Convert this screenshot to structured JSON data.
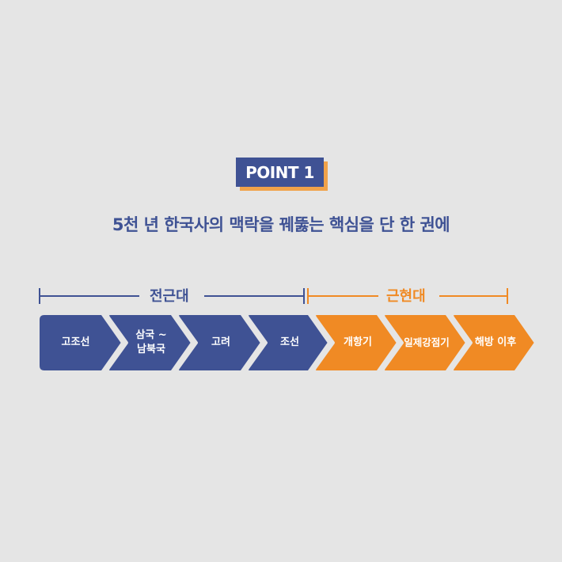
{
  "badge": {
    "label": "POINT 1"
  },
  "headline": "5천 년 한국사의 맥락을 꿰뚫는 핵심을 단 한 권에",
  "colors": {
    "background": "#e5e5e5",
    "navy": "#3f5294",
    "orange": "#f08a24",
    "badge_shadow": "#f0a24a"
  },
  "eras": [
    {
      "label": "전근대",
      "color": "navy"
    },
    {
      "label": "근현대",
      "color": "orange"
    }
  ],
  "periods": [
    {
      "label": "고조선",
      "era": "전근대"
    },
    {
      "label": "삼국 ~\n남북국",
      "line1": "삼국 ~",
      "line2": "남북국",
      "era": "전근대"
    },
    {
      "label": "고려",
      "era": "전근대"
    },
    {
      "label": "조선",
      "era": "전근대"
    },
    {
      "label": "개항기",
      "era": "근현대"
    },
    {
      "label": "일제강점기",
      "era": "근현대"
    },
    {
      "label": "해방 이후",
      "era": "근현대"
    }
  ]
}
